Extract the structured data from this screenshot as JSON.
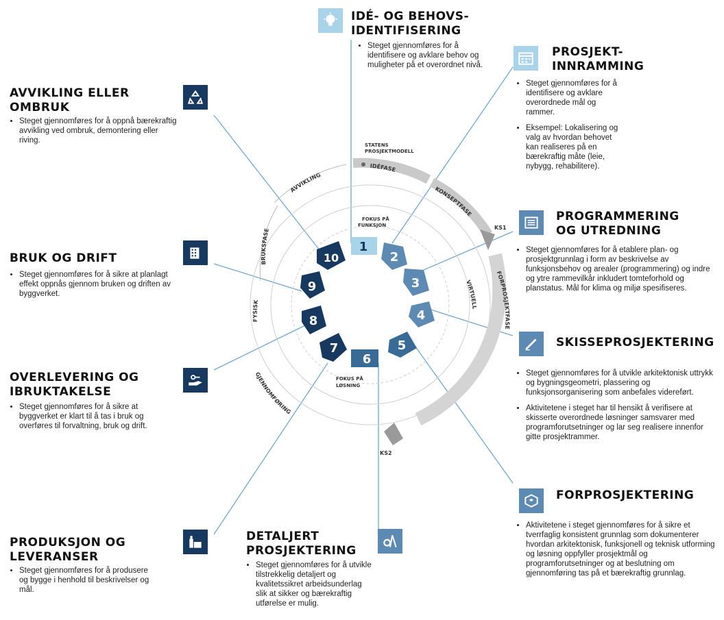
{
  "phases": {
    "statens_label": "STATENS\nPROSJEKTMODELL",
    "idefase": "IDÉFASE",
    "konseptfase": "KONSEPTFASE",
    "forprosjektfase": "FORPROSJEKTFASE",
    "ks1": "KS1",
    "ks2": "KS2",
    "avvikling": "AVVIKLING",
    "bruksfase": "BRUKSFASE",
    "gjennomforing": "GJENNOMFØRING",
    "fysisk": "FYSISK",
    "virtuell": "VIRTUELL",
    "fokus_funksjon": "FOKUS PÅ\nFUNKSJON",
    "fokus_losning": "FOKUS PÅ\nLØSNING"
  },
  "steps": [
    "1",
    "2",
    "3",
    "4",
    "5",
    "6",
    "7",
    "8",
    "9",
    "10"
  ],
  "sections": {
    "ide": {
      "title": "IDÉ- OG BEHOVS-\nIDENTIFISERING",
      "bullets": [
        "Steget gjennomføres for å identifisere og avklare behov og muligheter på et overordnet nivå."
      ]
    },
    "prosjekt": {
      "title": "PROSJEKT-\nINNRAMMING",
      "bullets": [
        "Steget gjennomføres for å identifisere og avklare overordnede mål og rammer.",
        "Eksempel: Lokalisering og valg av hvordan behovet kan realiseres på en bærekraftig måte (leie, nybygg, rehabilitere)."
      ]
    },
    "programmering": {
      "title": "PROGRAMMERING\nOG UTREDNING",
      "bullets": [
        "Steget gjennomføres for å etablere plan- og prosjektgrunnlag i form av beskrivelse av funksjonsbehov og arealer (programmering) og indre og ytre rammevilkår inkludert tomteforhold og planstatus. Mål for klima og miljø spesifiseres."
      ]
    },
    "skisse": {
      "title": "SKISSEPROSJEKTERING",
      "bullets": [
        "Steget gjennomføres for å utvikle arkitektonisk uttrykk og bygningsgeometri, plassering og funksjonsorganisering som anbefales videreført.",
        "Aktivitetene i steget har til hensikt å verifisere at skisserte overordnede løsninger samsvarer med programforutsetninger og lar seg realisere innenfor gitte prosjektrammer."
      ]
    },
    "forprosjekt": {
      "title": "FORPROSJEKTERING",
      "bullets": [
        "Aktivitetene i steget gjennomføres for å sikre et tverrfaglig konsistent grunnlag som dokumenterer hvordan arkitektonisk, funksjonell og teknisk utforming og løsning oppfyller prosjektmål og programforutsetninger og at beslutning om gjennomføring tas på et bærekraftig grunnlag."
      ]
    },
    "detaljert": {
      "title": "DETALJERT\nPROSJEKTERING",
      "bullets": [
        "Steget gjennomføres for å utvikle tilstrekkelig detaljert og kvalitetssikret arbeidsunderlag slik at sikker og bærekraftig utførelse er mulig."
      ]
    },
    "produksjon": {
      "title": "PRODUKSJON OG\nLEVERANSER",
      "bullets": [
        "Steget gjennomføres for å produsere og bygge i henhold til beskrivelser og mål."
      ]
    },
    "overlevering": {
      "title": "OVERLEVERING OG\nIBRUKTAKELSE",
      "bullets": [
        "Steget gjennomføres for å sikre at byggverket er klart til å tas i bruk og overføres til forvaltning, bruk og drift."
      ]
    },
    "bruk": {
      "title": "BRUK OG DRIFT",
      "bullets": [
        "Steget gjennomføres for å sikre at planlagt effekt oppnås gjennom bruken og driften av byggverket."
      ]
    },
    "avvikling": {
      "title": "AVVIKLING ELLER\nOMBRUK",
      "bullets": [
        "Steget gjennomføres for å oppnå bærekraftig avvikling ved  ombruk, demontering eller riving."
      ]
    }
  },
  "icons": {
    "ide": "lightbulb-icon",
    "prosjekt": "calendar-icon",
    "programmering": "document-stack-icon",
    "skisse": "pen-icon",
    "forprosjekt": "cube-icon",
    "detaljert": "gear-compass-icon",
    "produksjon": "factory-icon",
    "overlevering": "hand-key-icon",
    "bruk": "building-icon",
    "avvikling": "recycle-icon"
  },
  "colors": {
    "dark": "#18395f",
    "mid": "#5d8ab2",
    "light": "#a9d3e8",
    "line": "#6fa8cf",
    "ring": "#d0d0d0"
  }
}
